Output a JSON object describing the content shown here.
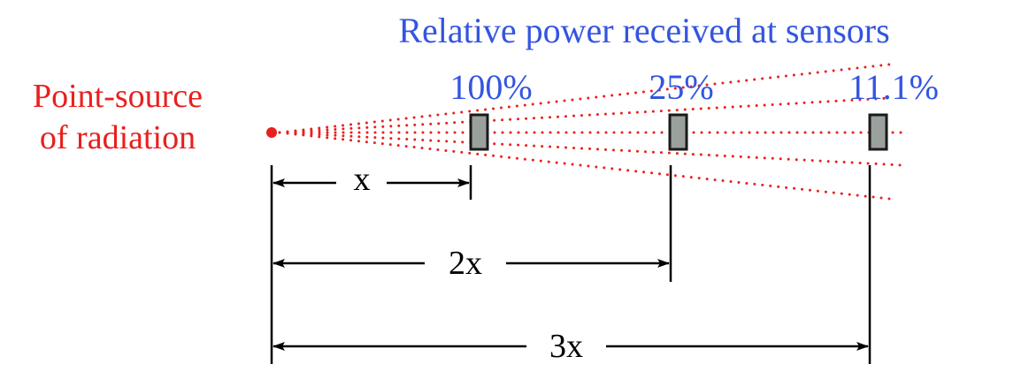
{
  "title": "Relative power received at sensors",
  "source_label": [
    "Point-source",
    "of radiation"
  ],
  "sensors": [
    {
      "power": "100%",
      "distance": "x"
    },
    {
      "power": "25%",
      "distance": "2x"
    },
    {
      "power": "11.1%",
      "distance": "3x"
    }
  ],
  "colors": {
    "title": "#3355e0",
    "source": "#e8201e",
    "sensor": "#9aa09c"
  }
}
